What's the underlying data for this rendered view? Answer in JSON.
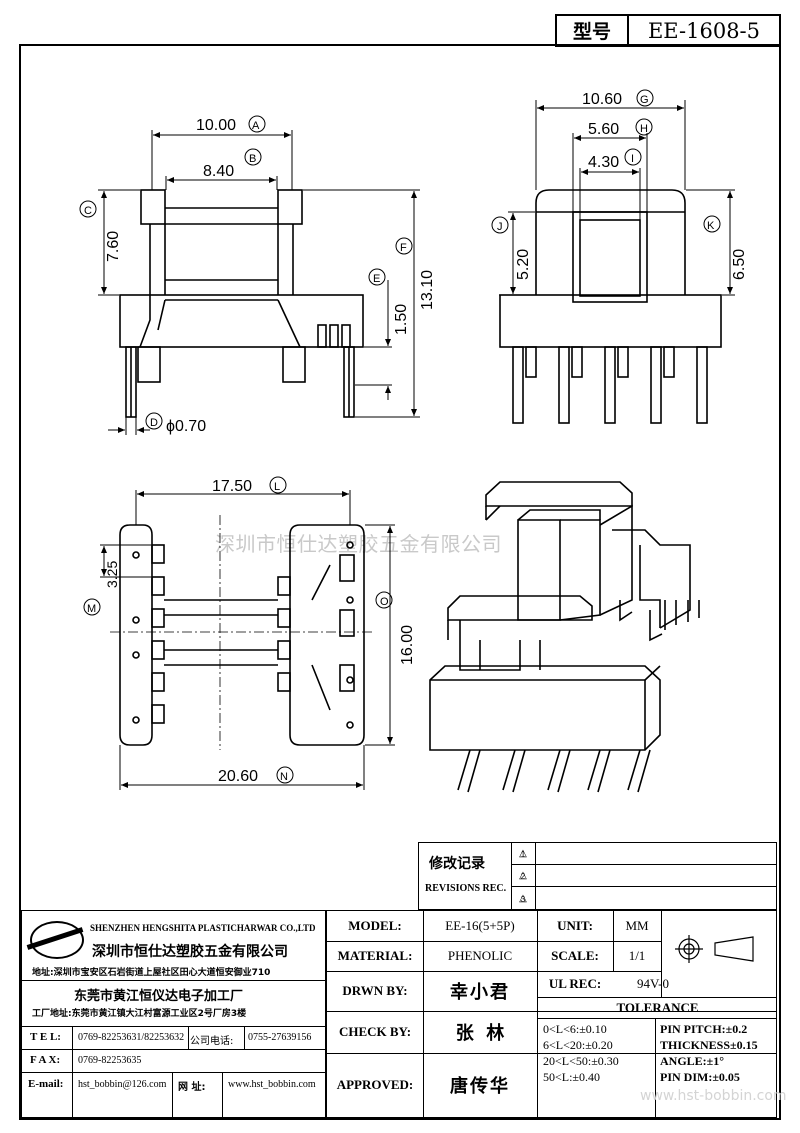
{
  "header": {
    "type_label": "型号",
    "part_no": "EE-1608-5"
  },
  "front_view": {
    "dim_a": "10.00",
    "mark_a": "A",
    "dim_b": "8.40",
    "mark_b": "B",
    "mark_c": "C",
    "dim_c": "7.60",
    "mark_f": "F",
    "dim_f": "13.10",
    "mark_e": "E",
    "dim_e": "1.50",
    "mark_d": "D",
    "dim_d": "ϕ0.70"
  },
  "side_view": {
    "dim_g": "10.60",
    "mark_g": "G",
    "dim_h": "5.60",
    "mark_h": "H",
    "dim_i": "4.30",
    "mark_i": "I",
    "mark_j": "J",
    "dim_j": "5.20",
    "mark_k": "K",
    "dim_k": "6.50"
  },
  "bottom_view": {
    "dim_l": "17.50",
    "mark_l": "L",
    "dim_m": "3.25",
    "mark_m": "M",
    "mark_o": "O",
    "dim_o": "16.00",
    "dim_n": "20.60",
    "mark_n": "N"
  },
  "watermark": "深圳市恒仕达塑胶五金有限公司",
  "watermark2": "www.hst-bobbin.com",
  "revisions": {
    "label_cn": "修改记录",
    "label_en": "REVISIONS REC.",
    "marks": [
      "1",
      "2",
      "3"
    ]
  },
  "company": {
    "name_en": "SHENZHEN HENGSHITA PLASTICHARWAR CO.,LTD",
    "name_cn": "深圳市恒仕达塑胶五金有限公司",
    "address": "地址:深圳市宝安区石岩街道上屋社区田心大道恒安御业710",
    "factory_name": "东莞市黄江恒仪达电子加工厂",
    "factory_address": "工厂地址:东莞市黄江镇大江村富源工业区2号厂房3楼",
    "tel_label": "T E L:",
    "tel": "0769-82253631/82253632",
    "phone_label": "公司电话:",
    "phone": "0755-27639156",
    "fax_label": "F A X:",
    "fax": "0769-82253635",
    "email_label": "E-mail:",
    "email": "hst_bobbin@126.com",
    "web_label": "网 址:",
    "web": "www.hst_bobbin.com"
  },
  "specs": {
    "model_label": "MODEL:",
    "model": "EE-16(5+5P)",
    "unit_label": "UNIT:",
    "unit": "MM",
    "material_label": "MATERIAL:",
    "material": "PHENOLIC",
    "scale_label": "SCALE:",
    "scale": "1/1",
    "drawn_label": "DRWN BY:",
    "drawn": "幸小君",
    "ul_label": "UL REC:",
    "ul": "94V-0",
    "check_label": "CHECK BY:",
    "check": "张  林",
    "tolerance_label": "TOLERANCE",
    "approved_label": "APPROVED:",
    "approved": "唐传华",
    "tol": [
      "0<L<6:±0.10",
      "6<L<20:±0.20",
      "20<L<50:±0.30",
      "50<L:±0.40"
    ],
    "tol2": [
      "PIN PITCH:±0.2",
      "THICKNESS±0.15",
      "ANGLE:±1°",
      "PIN DIM:±0.05"
    ]
  }
}
